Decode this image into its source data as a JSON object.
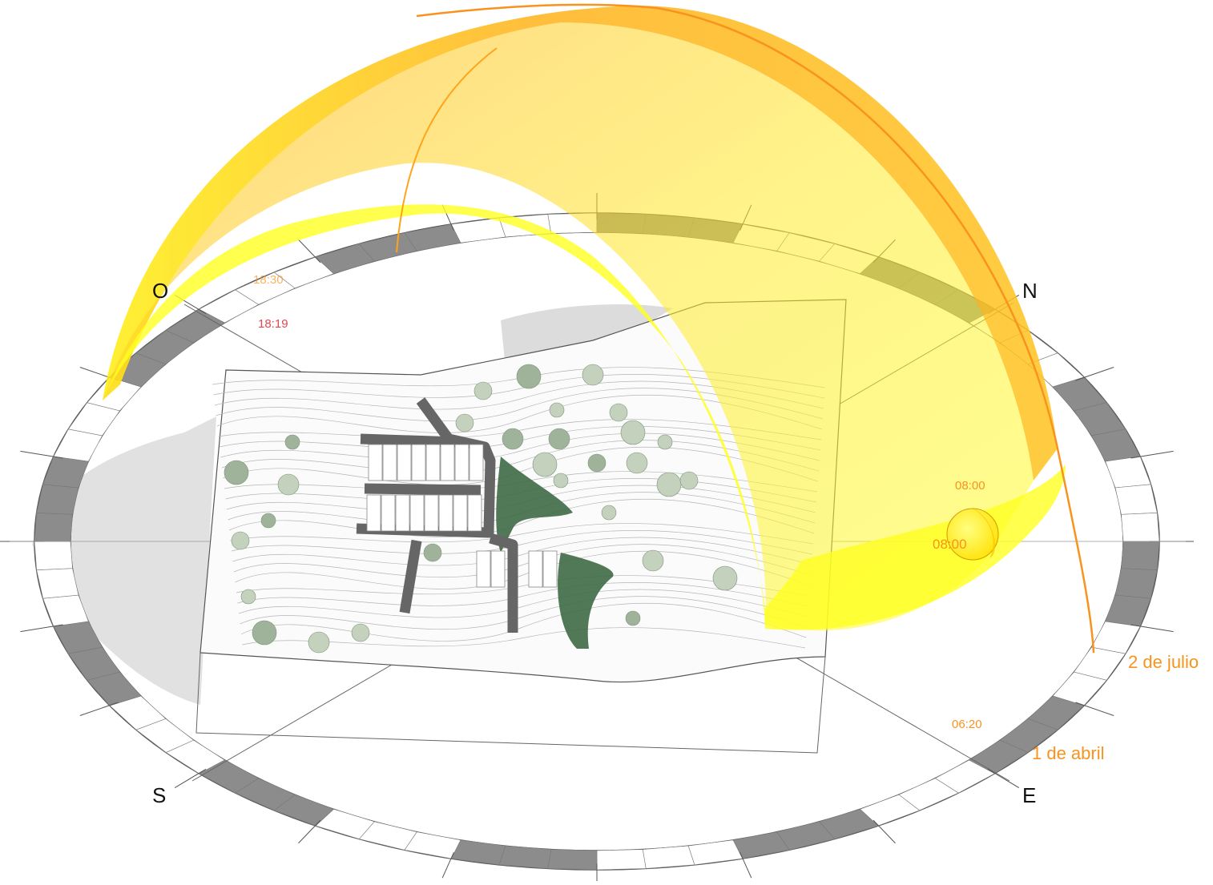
{
  "compass": {
    "west": "O",
    "north": "N",
    "south": "S",
    "east": "E"
  },
  "times": {
    "sunset_summer": "18:30",
    "sunset_spring": "18:19",
    "morning_upper": "08:00",
    "morning_lower": "08:00",
    "sunrise": "06:20"
  },
  "dates": {
    "july": "2 de julio",
    "april": "1 de abril"
  },
  "colors": {
    "sun_path_light": "#ffff2e",
    "sun_path_dark": "#ffb01f",
    "label_orange": "#f7931e",
    "label_red": "#e8454f",
    "ring_dark": "#8c8c8c",
    "vegetation": "#3f6a45"
  }
}
